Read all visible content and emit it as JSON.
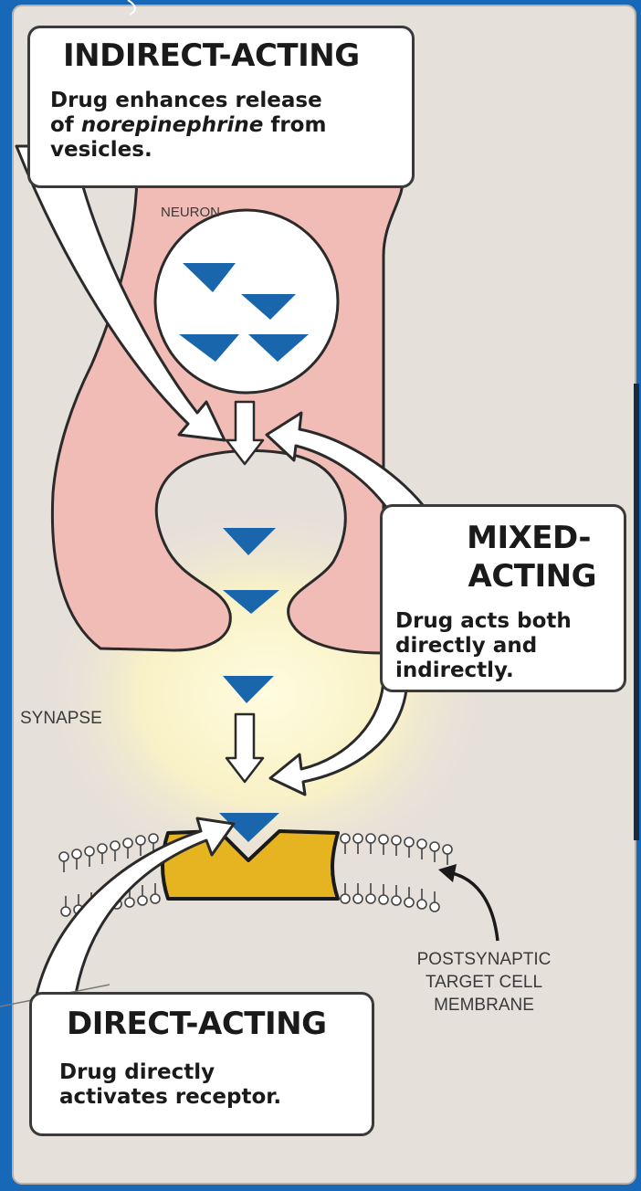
{
  "indirect": {
    "title": "INDIRECT-ACTING",
    "line1": "Drug enhances release",
    "line2_pre": "of ",
    "line2_em": "norepinephrine",
    "line2_post": " from",
    "line3": "vesicles."
  },
  "mixed": {
    "title1": "MIXED-",
    "title2": "ACTING",
    "line1": "Drug acts both",
    "line2": "directly and",
    "line3": "indirectly."
  },
  "direct": {
    "title": "DIRECT-ACTING",
    "line1": "Drug directly",
    "line2": "activates receptor."
  },
  "labels": {
    "neuron": "NEURON",
    "synapse": "SYNAPSE",
    "membrane1": "POSTSYNAPTIC",
    "membrane2": "TARGET CELL",
    "membrane3": "MEMBRANE"
  },
  "colors": {
    "frame": "#1769b8",
    "panel": "#e6e0da",
    "neuron": "#f2bcb6",
    "molecule": "#1a66ad",
    "receptor": "#e6b421",
    "glow": "#fff7c0"
  }
}
